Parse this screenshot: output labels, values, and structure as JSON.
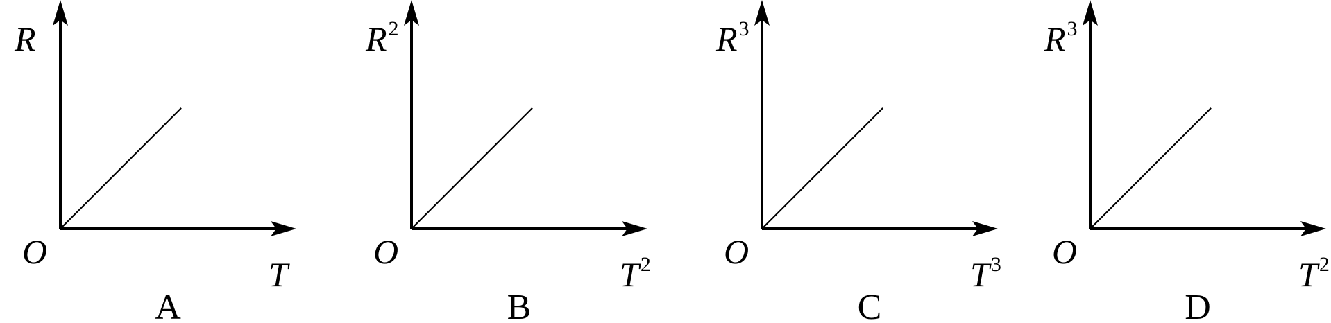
{
  "chart_data": [
    {
      "type": "line",
      "panel_label": "A",
      "origin_label": "O",
      "xlabel": {
        "var": "T",
        "exp": ""
      },
      "ylabel": {
        "var": "R",
        "exp": ""
      },
      "series": [
        {
          "x": [
            0,
            1
          ],
          "y": [
            0,
            1
          ]
        }
      ],
      "xlim": [
        0,
        1.7
      ],
      "ylim": [
        0,
        1.7
      ],
      "grid": false
    },
    {
      "type": "line",
      "panel_label": "B",
      "origin_label": "O",
      "xlabel": {
        "var": "T",
        "exp": "2"
      },
      "ylabel": {
        "var": "R",
        "exp": "2"
      },
      "series": [
        {
          "x": [
            0,
            1
          ],
          "y": [
            0,
            1
          ]
        }
      ],
      "xlim": [
        0,
        1.7
      ],
      "ylim": [
        0,
        1.7
      ],
      "grid": false
    },
    {
      "type": "line",
      "panel_label": "C",
      "origin_label": "O",
      "xlabel": {
        "var": "T",
        "exp": "3"
      },
      "ylabel": {
        "var": "R",
        "exp": "3"
      },
      "series": [
        {
          "x": [
            0,
            1
          ],
          "y": [
            0,
            1
          ]
        }
      ],
      "xlim": [
        0,
        1.7
      ],
      "ylim": [
        0,
        1.7
      ],
      "grid": false
    },
    {
      "type": "line",
      "panel_label": "D",
      "origin_label": "O",
      "xlabel": {
        "var": "T",
        "exp": "2"
      },
      "ylabel": {
        "var": "R",
        "exp": "3"
      },
      "series": [
        {
          "x": [
            0,
            1
          ],
          "y": [
            0,
            1
          ]
        }
      ],
      "xlim": [
        0,
        1.7
      ],
      "ylim": [
        0,
        1.7
      ],
      "grid": false
    }
  ]
}
